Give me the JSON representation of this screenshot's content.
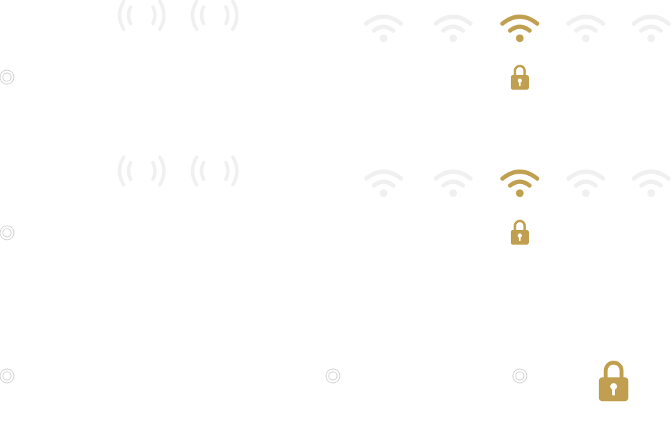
{
  "colors": {
    "accent": "#c0a050",
    "inactive": "#f0f0f0",
    "ring": "#c8c8c8"
  },
  "icons": {
    "signal": "signal-broadcast-icon",
    "ring": "radio-ring-icon",
    "wifi": "wifi-icon",
    "lock": "padlock-icon"
  },
  "wifi_rows": [
    {
      "active_index": 2,
      "count": 5
    },
    {
      "active_index": 2,
      "count": 5
    }
  ]
}
